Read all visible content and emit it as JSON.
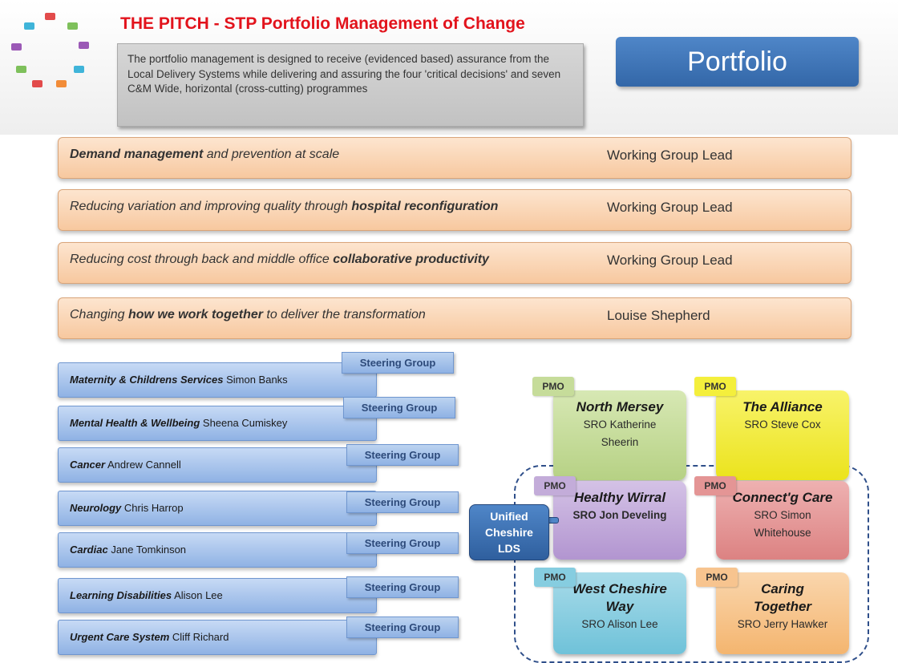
{
  "header": {
    "title": "THE PITCH - STP Portfolio Management of Change",
    "intro": "The portfolio management is designed to receive (evidenced based) assurance from the Local Delivery Systems while delivering and assuring the four 'critical decisions' and seven C&M Wide, horizontal (cross-cutting) programmes",
    "portfolio_label": "Portfolio",
    "logo_colors": [
      "#e24b4b",
      "#7ec05b",
      "#9b59b6",
      "#3fb4d9",
      "#f28c38",
      "#5b7fc8"
    ]
  },
  "programmes": [
    {
      "pre": "",
      "bold": "Demand management",
      "post": " and prevention at scale",
      "lead": "Working Group Lead"
    },
    {
      "pre": "Reducing variation and improving quality through ",
      "bold": "hospital reconfiguration",
      "post": "",
      "lead": "Working Group Lead"
    },
    {
      "pre": "Reducing cost through back and middle office ",
      "bold": "collaborative productivity",
      "post": "",
      "lead": "Working Group Lead"
    },
    {
      "pre": "Changing ",
      "bold": "how we work together",
      "post": " to deliver the transformation",
      "lead": "Louise Shepherd"
    }
  ],
  "workstreams": [
    {
      "name": "Maternity & Childrens Services",
      "lead": "Simon Banks",
      "group": "Steering Group"
    },
    {
      "name": "Mental Health & Wellbeing",
      "lead": "Sheena Cumiskey",
      "group": "Steering Group"
    },
    {
      "name": "Cancer",
      "lead": "Andrew Cannell",
      "group": "Steering Group"
    },
    {
      "name": "Neurology",
      "lead": "Chris Harrop",
      "group": "Steering Group"
    },
    {
      "name": "Cardiac",
      "lead": "Jane Tomkinson",
      "group": "Steering Group"
    },
    {
      "name": "Learning Disabilities",
      "lead": "Alison Lee",
      "group": "Steering Group"
    },
    {
      "name": "Urgent Care System",
      "lead": "Cliff Richard",
      "group": "Steering Group"
    }
  ],
  "lds": [
    {
      "pmo": "PMO",
      "name_lines": [
        "North Mersey"
      ],
      "sro_lines": [
        "SRO Katherine",
        "Sheerin"
      ],
      "color": "#c6dc9a"
    },
    {
      "pmo": "PMO",
      "name_lines": [
        "The Alliance"
      ],
      "sro_lines": [
        "SRO Steve Cox"
      ],
      "color": "#f4ef3c"
    },
    {
      "pmo": "PMO",
      "name_lines": [
        "Healthy Wirral"
      ],
      "sro_lines": [
        "SRO Jon Develing"
      ],
      "color": "#c3acd9"
    },
    {
      "pmo": "PMO",
      "name_lines": [
        "Connect'g Care"
      ],
      "sro_lines": [
        "SRO Simon",
        "Whitehouse"
      ],
      "color": "#e49595"
    },
    {
      "pmo": "PMO",
      "name_lines": [
        "West Cheshire",
        "Way"
      ],
      "sro_lines": [
        "SRO Alison Lee"
      ],
      "color": "#86cde0"
    },
    {
      "pmo": "PMO",
      "name_lines": [
        "Caring",
        "Together"
      ],
      "sro_lines": [
        "SRO Jerry Hawker"
      ],
      "color": "#f7c48f"
    }
  ],
  "unified": {
    "lines": [
      "Unified",
      "Cheshire",
      "LDS"
    ]
  }
}
